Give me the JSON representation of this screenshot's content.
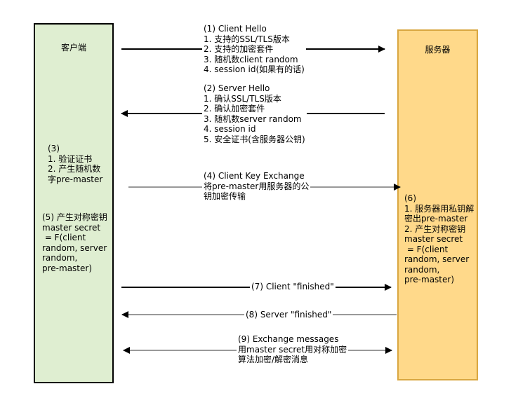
{
  "colors": {
    "background": "#ffffff",
    "client_fill": "#dfeed1",
    "client_border": "#000000",
    "server_fill": "#ffd98a",
    "server_border": "#d9a741",
    "arrow_dark": "#000000",
    "arrow_gray": "#999999"
  },
  "client": {
    "label": "客户端",
    "note3": [
      "(3)",
      "1. 验证证书",
      "2. 产生随机数",
      "字pre-master"
    ],
    "note5": [
      "(5) 产生对称密钥",
      "master secret",
      " = F(client",
      "random, server",
      "random,",
      "pre-master)"
    ]
  },
  "server": {
    "label": "服务器",
    "note6": [
      "(6)",
      "1. 服务器用私钥解",
      "密出pre-master",
      "2. 产生对称密钥",
      "master secret",
      " = F(client",
      "random, server",
      "random,",
      "pre-master)"
    ]
  },
  "messages": [
    {
      "name": "client-hello",
      "direction": "right",
      "lines": [
        "(1) Client Hello",
        "1. 支持的SSL/TLS版本",
        "2. 支持的加密套件",
        "3. 随机数client random",
        "4. session id(如果有的话)"
      ]
    },
    {
      "name": "server-hello",
      "direction": "left",
      "lines": [
        "(2) Server Hello",
        "1. 确认SSL/TLS版本",
        "2. 确认加密套件",
        "3. 随机数server random",
        "4. session id",
        "5. 安全证书(含服务器公钥)"
      ]
    },
    {
      "name": "client-key-exchange",
      "direction": "right",
      "lines": [
        "(4) Client Key Exchange",
        "将pre-master用服务器的公",
        "钥加密传输"
      ]
    },
    {
      "name": "client-finished",
      "direction": "right",
      "lines": [
        "(7) Client \"finished\""
      ]
    },
    {
      "name": "server-finished",
      "direction": "left",
      "lines": [
        "(8) Server \"finished\""
      ]
    },
    {
      "name": "exchange-messages",
      "direction": "both",
      "lines": [
        "(9) Exchange messages",
        "用master secret用对称加密",
        "算法加密/解密消息"
      ]
    }
  ]
}
